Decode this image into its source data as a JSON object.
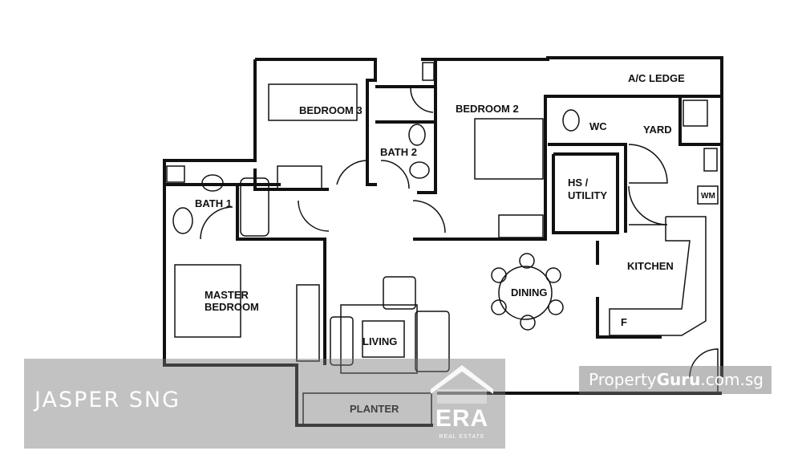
{
  "floorplan": {
    "rooms": {
      "ac_ledge": "A/C LEDGE",
      "bedroom3": "BEDROOM 3",
      "bedroom2": "BEDROOM 2",
      "wc": "WC",
      "yard": "YARD",
      "bath2": "BATH 2",
      "bath1": "BATH 1",
      "hs_utility_1": "HS /",
      "hs_utility_2": "UTILITY",
      "wm": "WM",
      "kitchen": "KITCHEN",
      "dining": "DINING",
      "master_1": "MASTER",
      "master_2": "BEDROOM",
      "living": "LIVING",
      "fridge": "F",
      "planter": "PLANTER"
    }
  },
  "watermarks": {
    "agent_name": "JASPER SNG",
    "era_logo_text": "ERA",
    "era_logo_sub": "REAL ESTATE",
    "portal_part1": "Property",
    "portal_part2": "Guru",
    "portal_part3": ".com.sg"
  }
}
